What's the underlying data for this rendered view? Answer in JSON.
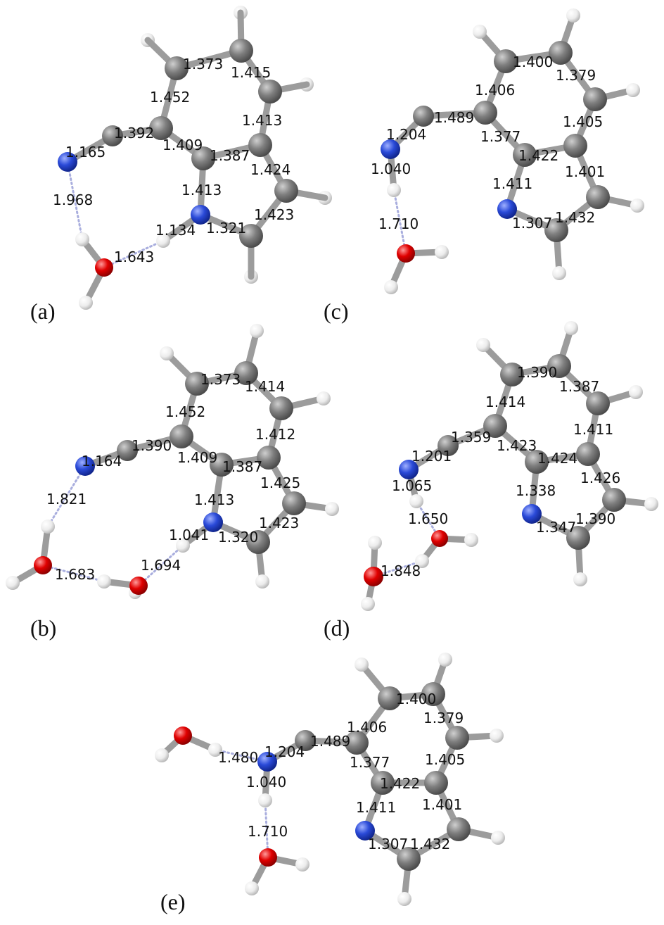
{
  "colors": {
    "carbon": "#808080",
    "nitrogen": "#2a4ad8",
    "oxygen": "#e00000",
    "hydrogen": "#f0f0f0",
    "bond": "#9c9c9c",
    "hbond": "#a9aede"
  },
  "panels": [
    {
      "label": "(a)",
      "bond_labels": [
        "1.373",
        "1.415",
        "1.452",
        "1.413",
        "1.392",
        "1.409",
        "1.387",
        "1.165",
        "1.424",
        "1.413",
        "1.968",
        "1.423",
        "1.134",
        "1.321",
        "1.643"
      ]
    },
    {
      "label": "(c)",
      "bond_labels": [
        "1.400",
        "1.379",
        "1.406",
        "1.489",
        "1.405",
        "1.204",
        "1.377",
        "1.422",
        "1.040",
        "1.401",
        "1.411",
        "1.710",
        "1.307",
        "1.432"
      ]
    },
    {
      "label": "(b)",
      "bond_labels": [
        "1.373",
        "1.414",
        "1.452",
        "1.412",
        "1.390",
        "1.409",
        "1.387",
        "1.164",
        "1.425",
        "1.413",
        "1.821",
        "1.041",
        "1.320",
        "1.423",
        "1.694",
        "1.683"
      ]
    },
    {
      "label": "(d)",
      "bond_labels": [
        "1.390",
        "1.387",
        "1.414",
        "1.411",
        "1.359",
        "1.423",
        "1.201",
        "1.424",
        "1.065",
        "1.426",
        "1.338",
        "1.650",
        "1.390",
        "1.347",
        "1.848"
      ]
    },
    {
      "label": "(e)",
      "bond_labels": [
        "1.400",
        "1.406",
        "1.379",
        "1.489",
        "1.480",
        "1.204",
        "1.405",
        "1.377",
        "1.422",
        "1.040",
        "1.411",
        "1.401",
        "1.710",
        "1.307",
        "1.432"
      ]
    }
  ]
}
